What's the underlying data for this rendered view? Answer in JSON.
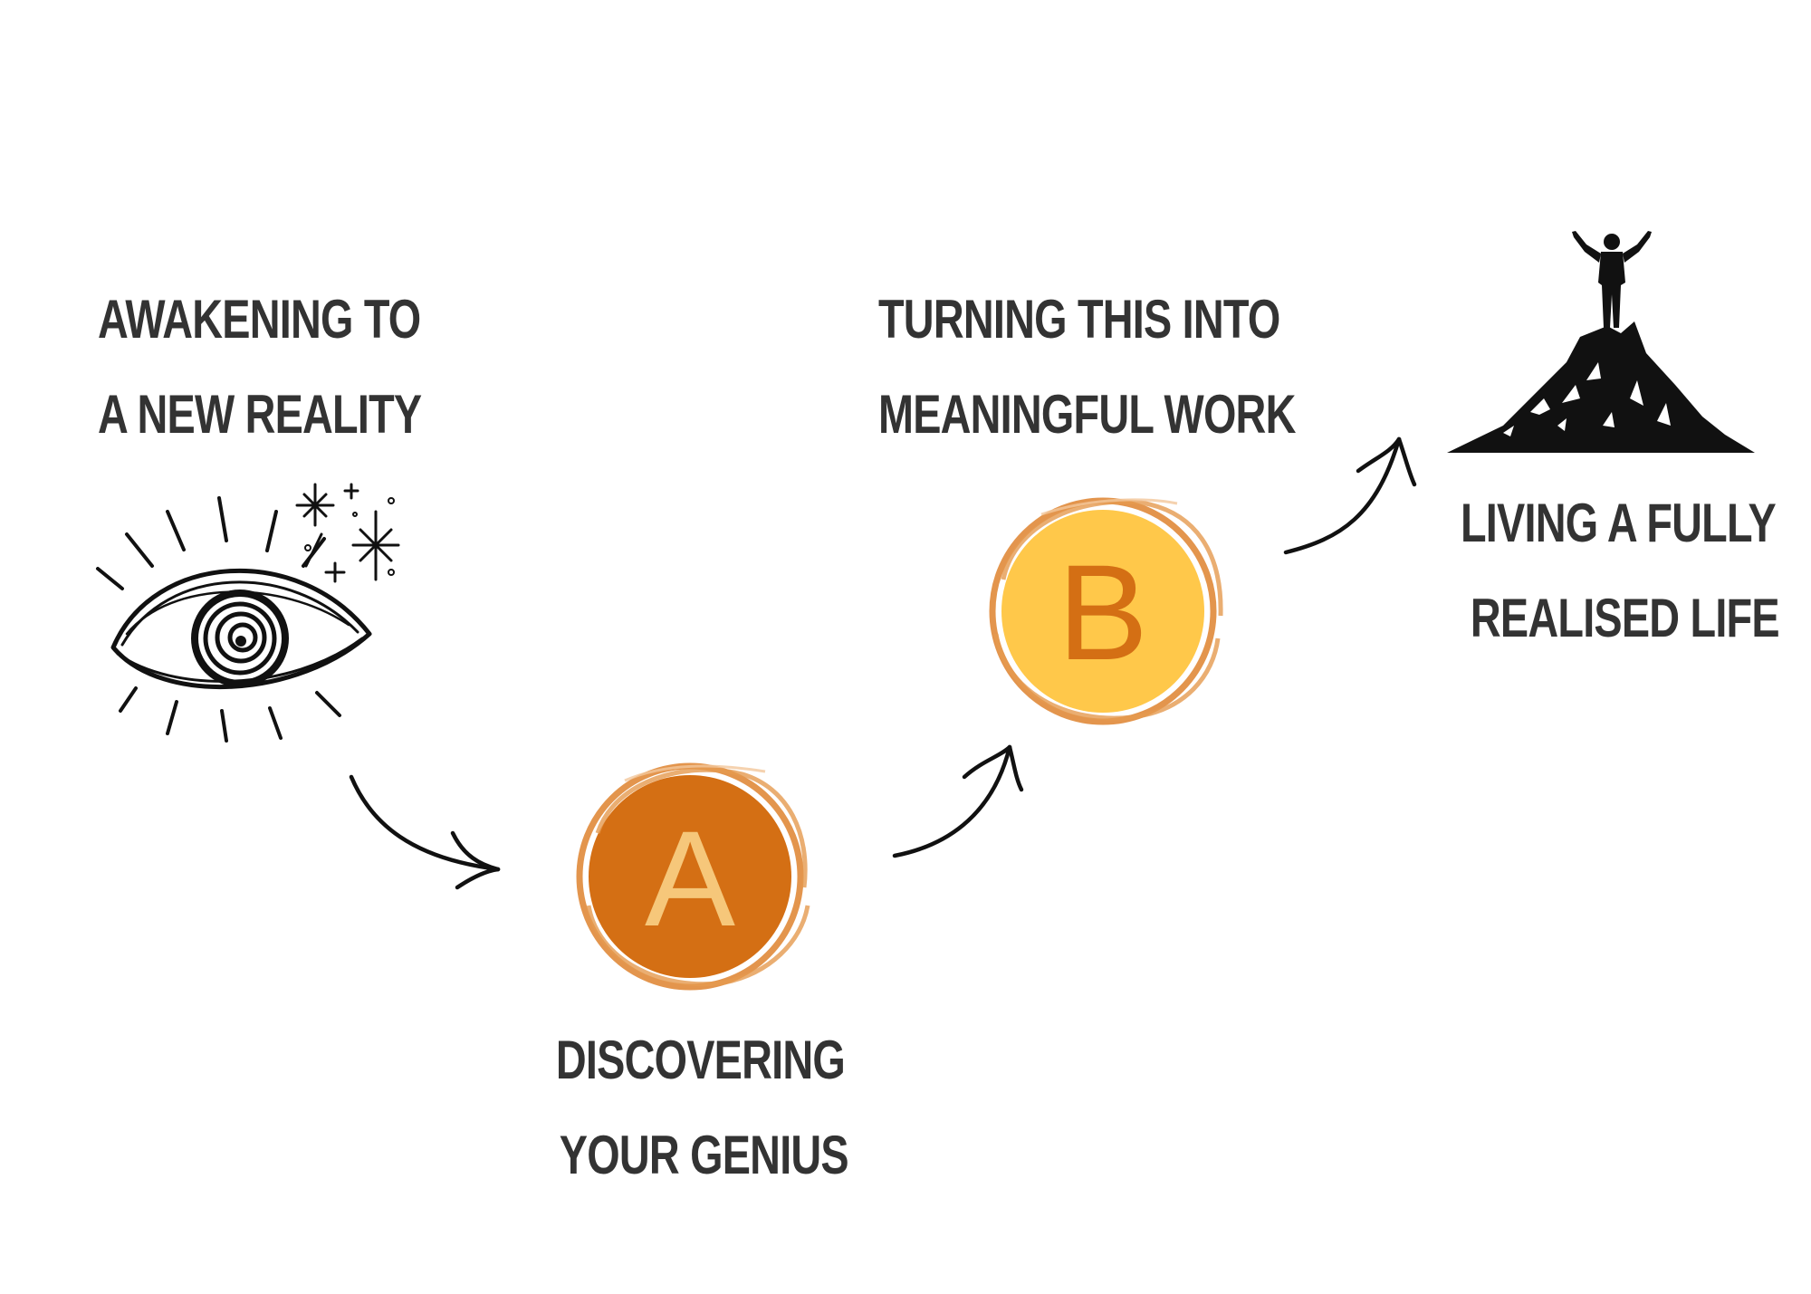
{
  "steps": [
    {
      "lines": [
        "AWAKENING TO",
        "A NEW REALITY"
      ]
    },
    {
      "lines": [
        "DISCOVERING",
        "YOUR GENIUS"
      ],
      "badge": "A"
    },
    {
      "lines": [
        "TURNING THIS INTO",
        "MEANINGFUL WORK"
      ],
      "badge": "B"
    },
    {
      "lines": [
        "LIVING A FULLY",
        "REALISED LIFE"
      ]
    }
  ],
  "icons": {
    "eye": "eye-icon",
    "summit": "mountain-summit-icon",
    "arrow": "arrow-icon"
  },
  "colors": {
    "text": "#333333",
    "badge_a_fill": "#d46f14",
    "badge_a_letter": "#f6c77a",
    "badge_b_fill": "#ffc84a",
    "badge_b_letter": "#d46f14",
    "ring": "#e08a3a",
    "ink": "#111111"
  }
}
